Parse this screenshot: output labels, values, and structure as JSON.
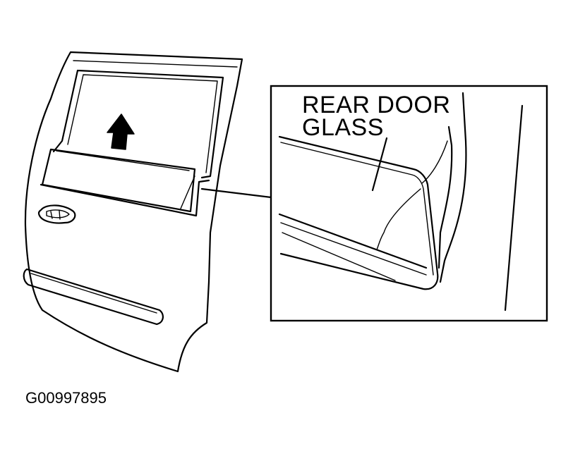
{
  "callout": {
    "label_line1": "REAR DOOR",
    "label_line2": "GLASS"
  },
  "figure_code": "G00997895",
  "icons": {
    "arrow": "up-arrow-icon",
    "handle": "door-handle-icon"
  }
}
